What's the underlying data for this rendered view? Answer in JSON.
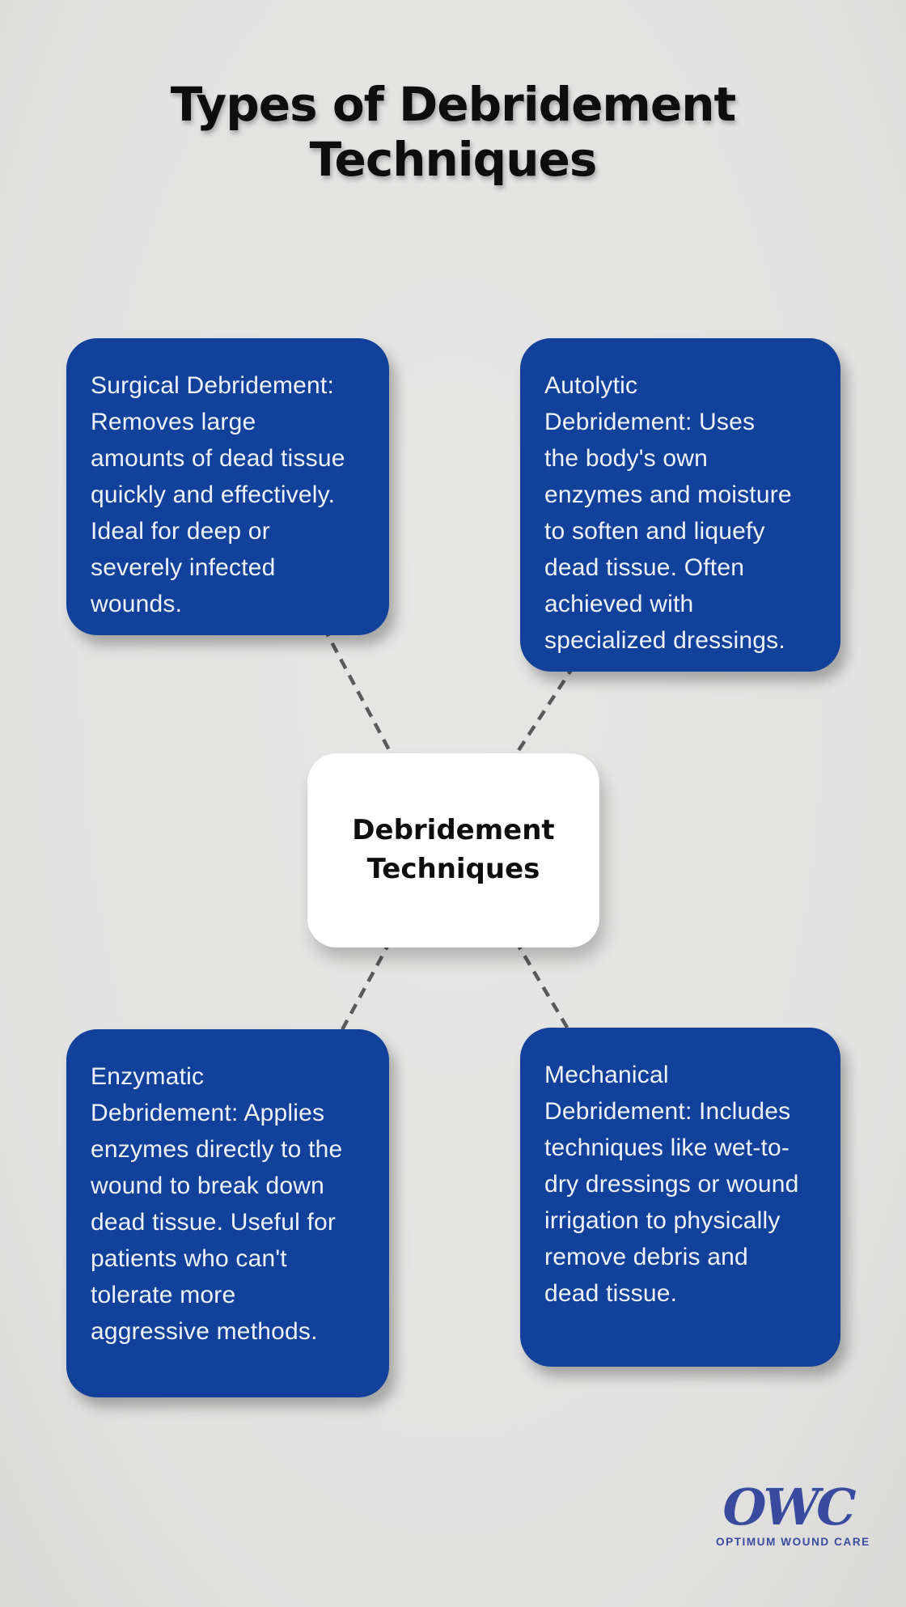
{
  "title": "Types of Debridement Techniques",
  "center": {
    "label": "Debridement Techniques"
  },
  "nodes": [
    {
      "id": "surgical",
      "position": "top-left",
      "text": "Surgical Debridement: Removes large amounts of dead tissue quickly and effectively. Ideal for deep or severely infected wounds."
    },
    {
      "id": "autolytic",
      "position": "top-right",
      "text": "Autolytic Debridement: Uses the body's own enzymes and moisture to soften and liquefy dead tissue. Often achieved with specialized dressings."
    },
    {
      "id": "enzymatic",
      "position": "bottom-left",
      "text": "Enzymatic Debridement: Applies enzymes directly to the wound to break down dead tissue. Useful for patients who can't tolerate more aggressive methods."
    },
    {
      "id": "mechanical",
      "position": "bottom-right",
      "text": "Mechanical Debridement: Includes techniques like wet-to-dry dressings or wound irrigation to physically remove debris and dead tissue."
    }
  ],
  "logo": {
    "acronym": "OWC",
    "tagline": "OPTIMUM WOUND CARE"
  },
  "colors": {
    "page_bg": "#e2e2e1",
    "page_bg_light": "#e6e6e5",
    "page_bg_dark": "#d9d9d8",
    "node_bg": "#12419c",
    "node_text": "#eef2f9",
    "center_bg": "#ffffff",
    "center_text": "#0e0e0e",
    "title_color": "#0e0e0e",
    "connector": "#5a5a5a",
    "logo_color": "#3a4a9e"
  }
}
